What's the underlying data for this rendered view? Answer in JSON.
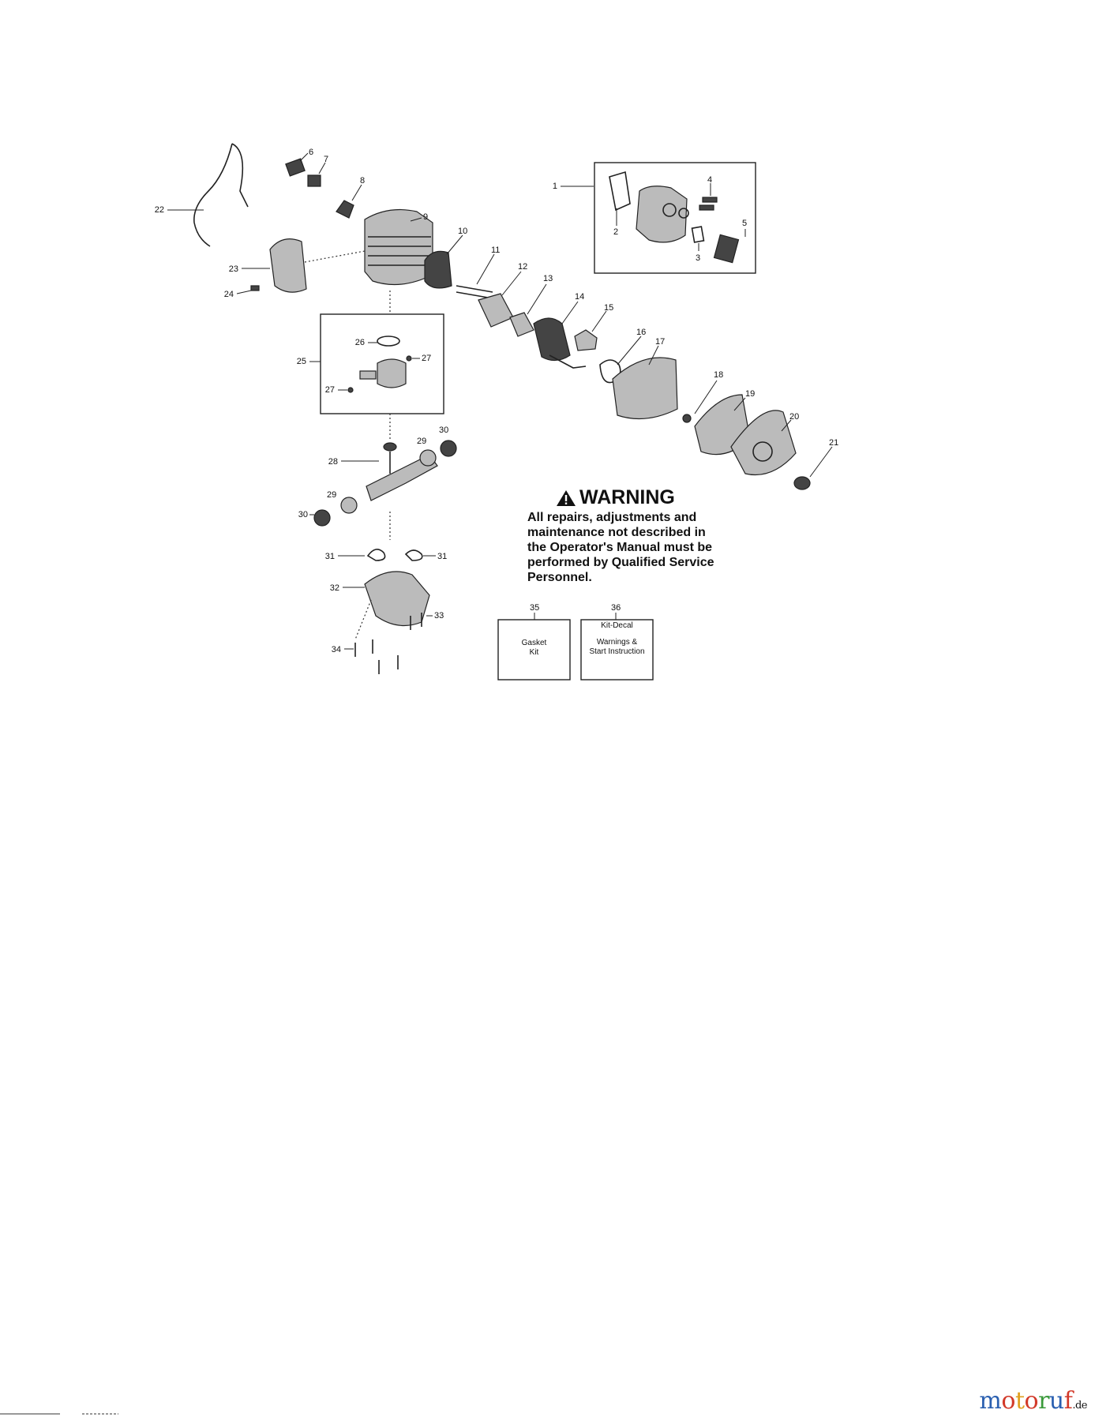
{
  "callouts": [
    {
      "id": "c1",
      "text": "1"
    },
    {
      "id": "c2",
      "text": "2"
    },
    {
      "id": "c3",
      "text": "3"
    },
    {
      "id": "c4",
      "text": "4"
    },
    {
      "id": "c5",
      "text": "5"
    },
    {
      "id": "c6",
      "text": "6"
    },
    {
      "id": "c7",
      "text": "7"
    },
    {
      "id": "c8",
      "text": "8"
    },
    {
      "id": "c9",
      "text": "9"
    },
    {
      "id": "c10",
      "text": "10"
    },
    {
      "id": "c11",
      "text": "11"
    },
    {
      "id": "c12",
      "text": "12"
    },
    {
      "id": "c13",
      "text": "13"
    },
    {
      "id": "c14",
      "text": "14"
    },
    {
      "id": "c15",
      "text": "15"
    },
    {
      "id": "c16",
      "text": "16"
    },
    {
      "id": "c17",
      "text": "17"
    },
    {
      "id": "c18",
      "text": "18"
    },
    {
      "id": "c19",
      "text": "19"
    },
    {
      "id": "c20",
      "text": "20"
    },
    {
      "id": "c21",
      "text": "21"
    },
    {
      "id": "c22",
      "text": "22"
    },
    {
      "id": "c23",
      "text": "23"
    },
    {
      "id": "c24",
      "text": "24"
    },
    {
      "id": "c25",
      "text": "25"
    },
    {
      "id": "c26",
      "text": "26"
    },
    {
      "id": "c27a",
      "text": "27"
    },
    {
      "id": "c27b",
      "text": "27"
    },
    {
      "id": "c28",
      "text": "28"
    },
    {
      "id": "c29a",
      "text": "29"
    },
    {
      "id": "c29b",
      "text": "29"
    },
    {
      "id": "c30a",
      "text": "30"
    },
    {
      "id": "c30b",
      "text": "30"
    },
    {
      "id": "c31a",
      "text": "31"
    },
    {
      "id": "c31b",
      "text": "31"
    },
    {
      "id": "c32",
      "text": "32"
    },
    {
      "id": "c33",
      "text": "33"
    },
    {
      "id": "c34",
      "text": "34"
    },
    {
      "id": "c35",
      "text": "35"
    },
    {
      "id": "c36",
      "text": "36"
    }
  ],
  "warning": {
    "title": "WARNING",
    "lines": [
      "All repairs, adjustments and",
      "maintenance not described in",
      "the Operator's Manual must be",
      "performed by Qualified Service",
      "Personnel."
    ]
  },
  "kits": {
    "gasket": {
      "line1": "Gasket",
      "line2": "Kit"
    },
    "decal": {
      "header": "Kit-Decal",
      "line1": "Warnings &",
      "line2": "Start Instruction"
    }
  },
  "watermark": {
    "name": "motoruf",
    "tld": ".de"
  },
  "colors": {
    "logo_m": "#2a5fb0",
    "logo_o": "#d23a2a",
    "logo_t": "#e0a020",
    "logo_r": "#3a9a3a",
    "logo_u": "#2a5fb0",
    "logo_f": "#d23a2a"
  }
}
